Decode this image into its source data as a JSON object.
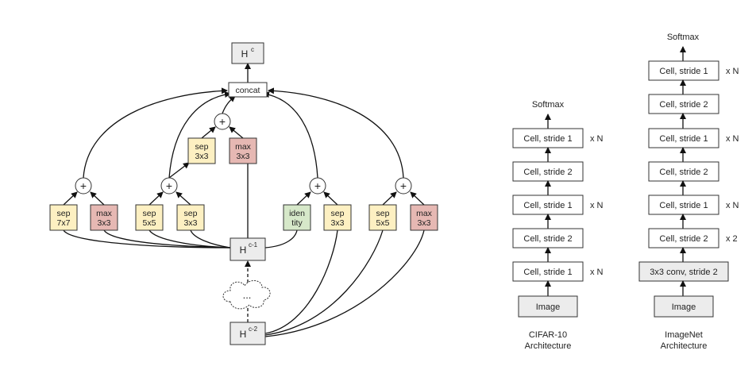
{
  "left": {
    "hc": "H",
    "hc_sup": "c",
    "concat": "concat",
    "hc1": "H",
    "hc1_sup": "c-1",
    "hc2": "H",
    "hc2_sup": "c-2",
    "plus": "+",
    "dots": "...",
    "ops": [
      {
        "line1": "sep",
        "line2": "7x7",
        "color": "yellow"
      },
      {
        "line1": "max",
        "line2": "3x3",
        "color": "red"
      },
      {
        "line1": "sep",
        "line2": "5x5",
        "color": "yellow"
      },
      {
        "line1": "sep",
        "line2": "3x3",
        "color": "yellow"
      },
      {
        "line1": "iden",
        "line2": "tity",
        "color": "green"
      },
      {
        "line1": "sep",
        "line2": "3x3",
        "color": "yellow"
      },
      {
        "line1": "sep",
        "line2": "5x5",
        "color": "yellow"
      },
      {
        "line1": "max",
        "line2": "3x3",
        "color": "red"
      },
      {
        "line1": "sep",
        "line2": "3x3",
        "color": "yellow"
      },
      {
        "line1": "max",
        "line2": "3x3",
        "color": "red"
      }
    ]
  },
  "cifar": {
    "softmax": "Softmax",
    "cells": [
      "Cell, stride 1",
      "Cell, stride 2",
      "Cell, stride 1",
      "Cell, stride 2",
      "Cell, stride 1"
    ],
    "repeats": [
      "x N",
      "",
      "x N",
      "",
      "x N"
    ],
    "input": "Image",
    "caption_line1": "CIFAR-10",
    "caption_line2": "Architecture"
  },
  "imagenet": {
    "softmax": "Softmax",
    "cells": [
      "Cell, stride 1",
      "Cell, stride 2",
      "Cell, stride 1",
      "Cell, stride 2",
      "Cell, stride 1",
      "Cell, stride 2",
      "3x3 conv, stride 2"
    ],
    "repeats": [
      "x N",
      "",
      "x N",
      "",
      "x N",
      "x 2",
      ""
    ],
    "input": "Image",
    "caption_line1": "ImageNet",
    "caption_line2": "Architecture"
  },
  "colors": {
    "yellow": "#fdf0c2",
    "red": "#e6b8b3",
    "green": "#d6e8c9",
    "gray": "#ececec"
  }
}
